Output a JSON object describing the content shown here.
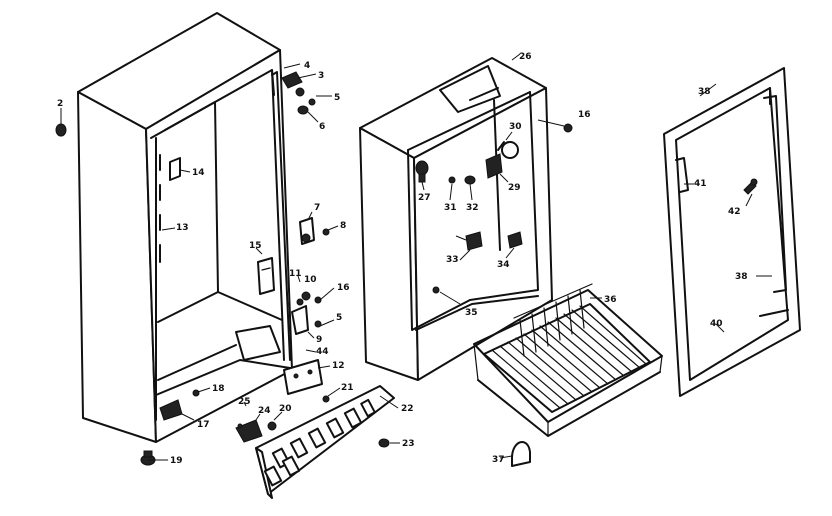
{
  "diagram": {
    "parts": [
      {
        "id": "p2",
        "label": "2"
      },
      {
        "id": "p3",
        "label": "3"
      },
      {
        "id": "p4",
        "label": "4"
      },
      {
        "id": "p5a",
        "label": "5"
      },
      {
        "id": "p6",
        "label": "6"
      },
      {
        "id": "p7",
        "label": "7"
      },
      {
        "id": "p8",
        "label": "8"
      },
      {
        "id": "p9",
        "label": "9"
      },
      {
        "id": "p10",
        "label": "10"
      },
      {
        "id": "p11",
        "label": "11"
      },
      {
        "id": "p12",
        "label": "12"
      },
      {
        "id": "p13",
        "label": "13"
      },
      {
        "id": "p14",
        "label": "14"
      },
      {
        "id": "p15",
        "label": "15"
      },
      {
        "id": "p16a",
        "label": "16"
      },
      {
        "id": "p16b",
        "label": "16"
      },
      {
        "id": "p5b",
        "label": "5"
      },
      {
        "id": "p17",
        "label": "17"
      },
      {
        "id": "p18",
        "label": "18"
      },
      {
        "id": "p19",
        "label": "19"
      },
      {
        "id": "p20",
        "label": "20"
      },
      {
        "id": "p21",
        "label": "21"
      },
      {
        "id": "p22",
        "label": "22"
      },
      {
        "id": "p23",
        "label": "23"
      },
      {
        "id": "p24",
        "label": "24"
      },
      {
        "id": "p25",
        "label": "25"
      },
      {
        "id": "p26",
        "label": "26"
      },
      {
        "id": "p27",
        "label": "27"
      },
      {
        "id": "p29",
        "label": "29"
      },
      {
        "id": "p30",
        "label": "30"
      },
      {
        "id": "p31",
        "label": "31"
      },
      {
        "id": "p32",
        "label": "32"
      },
      {
        "id": "p33",
        "label": "33"
      },
      {
        "id": "p34",
        "label": "34"
      },
      {
        "id": "p35",
        "label": "35"
      },
      {
        "id": "p36",
        "label": "36"
      },
      {
        "id": "p37",
        "label": "37"
      },
      {
        "id": "p38a",
        "label": "38"
      },
      {
        "id": "p38b",
        "label": "38"
      },
      {
        "id": "p40",
        "label": "40"
      },
      {
        "id": "p41",
        "label": "41"
      },
      {
        "id": "p42",
        "label": "42"
      },
      {
        "id": "p44",
        "label": "44"
      }
    ]
  }
}
